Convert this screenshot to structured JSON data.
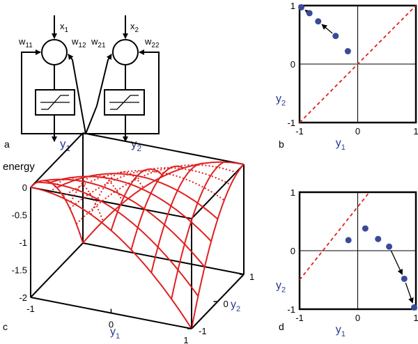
{
  "panels": {
    "a": "a",
    "b": "b",
    "c": "c",
    "d": "d"
  },
  "diagram_a": {
    "inputs": [
      {
        "base": "x",
        "sub": "1"
      },
      {
        "base": "x",
        "sub": "2"
      }
    ],
    "weights": [
      {
        "base": "w",
        "sub": "11"
      },
      {
        "base": "w",
        "sub": "12"
      },
      {
        "base": "w",
        "sub": "21"
      },
      {
        "base": "w",
        "sub": "22"
      }
    ],
    "outputs": [
      {
        "base": "y",
        "sub": "1"
      },
      {
        "base": "y",
        "sub": "2"
      }
    ]
  },
  "axis_names": {
    "x": {
      "base": "y",
      "sub": "1"
    },
    "y": {
      "base": "y",
      "sub": "2"
    }
  },
  "chart_data": [
    {
      "panel": "b",
      "type": "scatter",
      "xlim": [
        -1,
        1
      ],
      "ylim": [
        -1,
        1
      ],
      "xticks": [
        "-1",
        "0",
        "1"
      ],
      "yticks": [
        "-1",
        "0",
        "1"
      ],
      "points": [
        [
          -0.17,
          0.22
        ],
        [
          -0.38,
          0.48
        ],
        [
          -0.68,
          0.73
        ],
        [
          -0.83,
          0.87
        ],
        [
          -0.97,
          0.97
        ]
      ],
      "arrows": [
        [
          1,
          2
        ],
        [
          3,
          4
        ]
      ],
      "diagonal": {
        "from": [
          -1,
          -1
        ],
        "to": [
          1,
          1
        ],
        "color": "#e02020",
        "style": "dashed"
      },
      "point_color": "#3a4a9a"
    },
    {
      "panel": "d",
      "type": "scatter",
      "xlim": [
        -1,
        1
      ],
      "ylim": [
        -1,
        1
      ],
      "xticks": [
        "-1",
        "0",
        "1"
      ],
      "yticks": [
        "-1",
        "0",
        "1"
      ],
      "points": [
        [
          -0.16,
          0.18
        ],
        [
          0.13,
          0.38
        ],
        [
          0.35,
          0.2
        ],
        [
          0.54,
          0.07
        ],
        [
          0.8,
          -0.48
        ],
        [
          0.97,
          -0.97
        ]
      ],
      "arrows": [
        [
          3,
          4
        ],
        [
          4,
          5
        ]
      ],
      "diagonal": {
        "from": [
          -1,
          -0.5
        ],
        "to": [
          0.2,
          1
        ],
        "color": "#e02020",
        "style": "dashed"
      },
      "point_color": "#3a4a9a"
    },
    {
      "panel": "c",
      "type": "surface",
      "zlabel": "energy",
      "zticks": [
        "0",
        "-0.5",
        "-1",
        "-1.5",
        "-2"
      ],
      "zlim": [
        -2,
        0
      ],
      "y1_ticks": [
        "-1",
        "0",
        "1"
      ],
      "y2_ticks": [
        "-1",
        "0",
        "1"
      ],
      "function": "E = -(y1 - y2)^2 / 2",
      "grid_values": [
        -1,
        -0.75,
        -0.5,
        -0.25,
        0,
        0.25,
        0.5,
        0.75,
        1
      ],
      "surface_color": "#e02020"
    }
  ]
}
